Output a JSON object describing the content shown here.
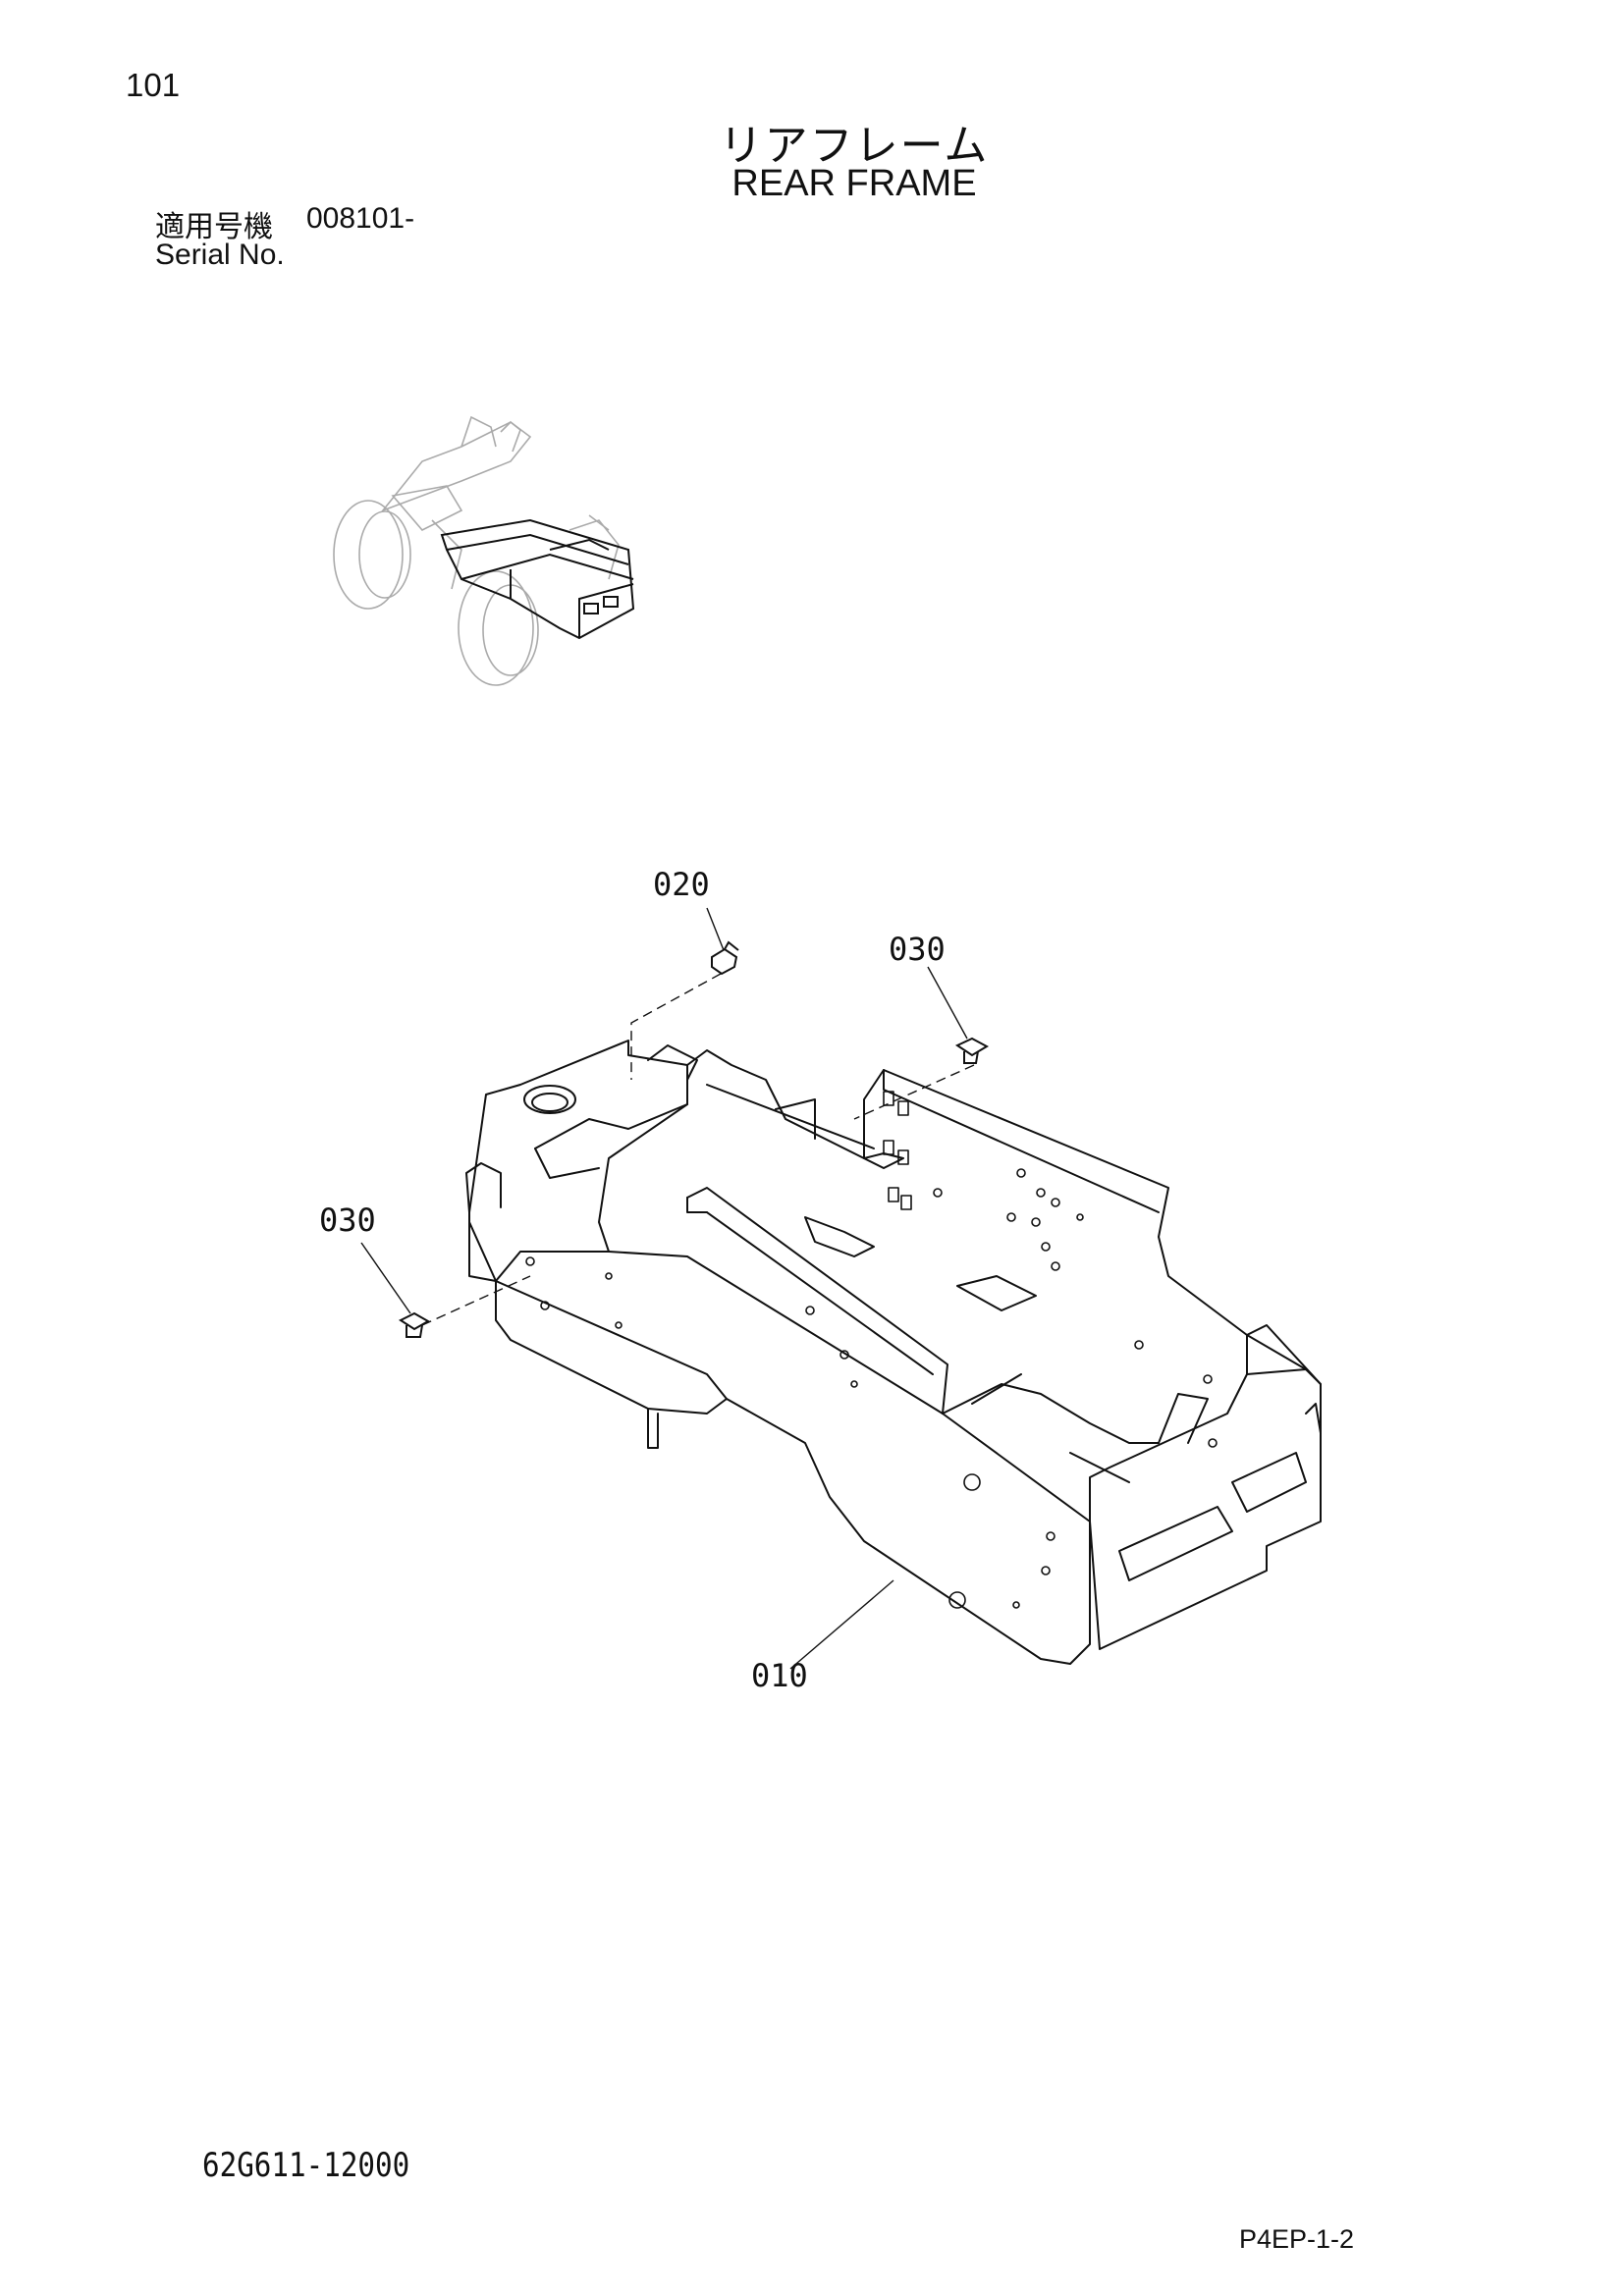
{
  "page_number": "101",
  "title_jp": "リアフレーム",
  "title_en": "REAR FRAME",
  "serial_label_jp": "適用号機",
  "serial_value": "008101-",
  "serial_label_en": "Serial No.",
  "drawing_number": "62G611-12000",
  "page_code": "P4EP-1-2",
  "callouts": {
    "main_frame": "010",
    "upper_pin": "020",
    "upper_bolt": "030",
    "side_bolt": "030"
  }
}
